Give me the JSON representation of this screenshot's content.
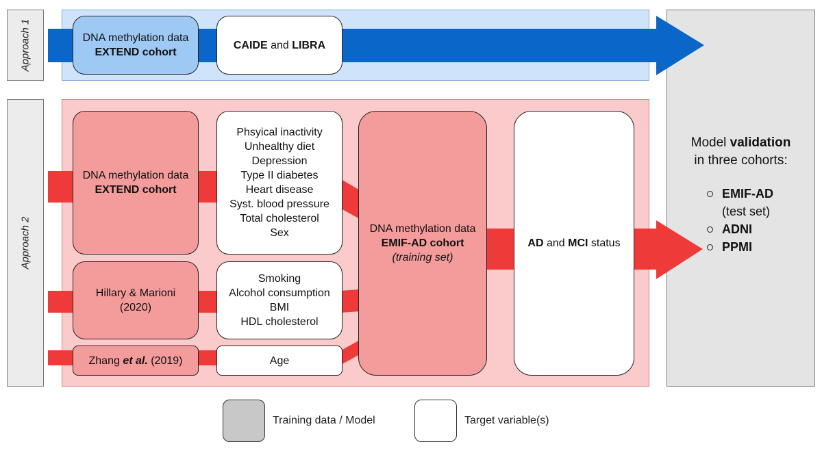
{
  "approach1": {
    "label": "Approach 1",
    "source": {
      "line1": "DNA methylation data",
      "line2": "EXTEND cohort"
    },
    "target": {
      "a": "CAIDE",
      "and": " and ",
      "b": "LIBRA"
    }
  },
  "approach2": {
    "label": "Approach 2",
    "sources": [
      {
        "line1": "DNA methylation data",
        "line2": "EXTEND cohort"
      },
      {
        "line1": "Hillary & Marioni",
        "line2": "(2020)"
      },
      {
        "pre": "Zhang ",
        "em": "et al.",
        "post": " (2019)"
      }
    ],
    "targets": [
      [
        "Phsyical inactivity",
        "Unhealthy diet",
        "Depression",
        "Type II diabetes",
        "Heart disease",
        "Syst. blood pressure",
        "Total cholesterol",
        "Sex"
      ],
      [
        "Smoking",
        "Alcohol consumption",
        "BMI",
        "HDL cholesterol"
      ],
      [
        "Age"
      ]
    ],
    "training": {
      "line1": "DNA methylation data",
      "line2": "EMIF-AD cohort",
      "line3": "(training set)"
    },
    "outcome": {
      "a": "AD",
      "and": " and ",
      "b": "MCI",
      "post": " status"
    }
  },
  "validation": {
    "pre": "Model ",
    "bold": "validation",
    "line2": "in three cohorts:",
    "cohorts": [
      {
        "name": "EMIF-AD",
        "note": "(test set)"
      },
      {
        "name": "ADNI",
        "note": ""
      },
      {
        "name": "PPMI",
        "note": ""
      }
    ]
  },
  "legend": {
    "training": "Training data / Model",
    "target": "Target variable(s)"
  },
  "colors": {
    "approach1_bg": "#cfe4fa",
    "approach1_arrow": "#0a66c8",
    "approach2_bg": "#fbcaca",
    "approach2_arrow": "#ef3a3a",
    "model_fill": "#f49b9b",
    "validation_bg": "#e4e4e4"
  }
}
